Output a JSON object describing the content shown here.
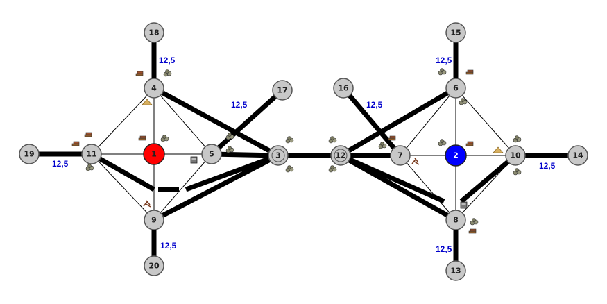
{
  "nodes": [
    {
      "id": "1",
      "label": "1",
      "kind": "player-red"
    },
    {
      "id": "2",
      "label": "2",
      "kind": "player-blue"
    },
    {
      "id": "3",
      "label": "3",
      "kind": "hub"
    },
    {
      "id": "4",
      "label": "4",
      "kind": "normal"
    },
    {
      "id": "5",
      "label": "5",
      "kind": "normal"
    },
    {
      "id": "6",
      "label": "6",
      "kind": "normal"
    },
    {
      "id": "7",
      "label": "7",
      "kind": "normal"
    },
    {
      "id": "8",
      "label": "8",
      "kind": "normal"
    },
    {
      "id": "9",
      "label": "9",
      "kind": "normal"
    },
    {
      "id": "10",
      "label": "10",
      "kind": "normal"
    },
    {
      "id": "11",
      "label": "11",
      "kind": "normal"
    },
    {
      "id": "12",
      "label": "12",
      "kind": "hub"
    },
    {
      "id": "13",
      "label": "13",
      "kind": "normal"
    },
    {
      "id": "14",
      "label": "14",
      "kind": "normal"
    },
    {
      "id": "15",
      "label": "15",
      "kind": "normal"
    },
    {
      "id": "16",
      "label": "16",
      "kind": "normal"
    },
    {
      "id": "17",
      "label": "17",
      "kind": "normal"
    },
    {
      "id": "18",
      "label": "18",
      "kind": "normal"
    },
    {
      "id": "19",
      "label": "19",
      "kind": "normal"
    },
    {
      "id": "20",
      "label": "20",
      "kind": "normal"
    }
  ],
  "edge_labels": [
    {
      "id": "4-18",
      "text": "12,5"
    },
    {
      "id": "5-17",
      "text": "12,5"
    },
    {
      "id": "11-19",
      "text": "12,5"
    },
    {
      "id": "9-20",
      "text": "12,5"
    },
    {
      "id": "6-15",
      "text": "12,5"
    },
    {
      "id": "7-16",
      "text": "12,5"
    },
    {
      "id": "10-14",
      "text": "12,5"
    },
    {
      "id": "8-13",
      "text": "12,5"
    }
  ],
  "colors": {
    "node_fill": "#c8c8c8",
    "player_red": "#ff0000",
    "player_blue": "#0000ff",
    "edge": "#000000",
    "length_label": "#0000cc"
  },
  "icons": [
    "wood-pile-icon",
    "stone-pile-icon",
    "sand-pile-icon",
    "bucket-icon",
    "tools-icon"
  ]
}
